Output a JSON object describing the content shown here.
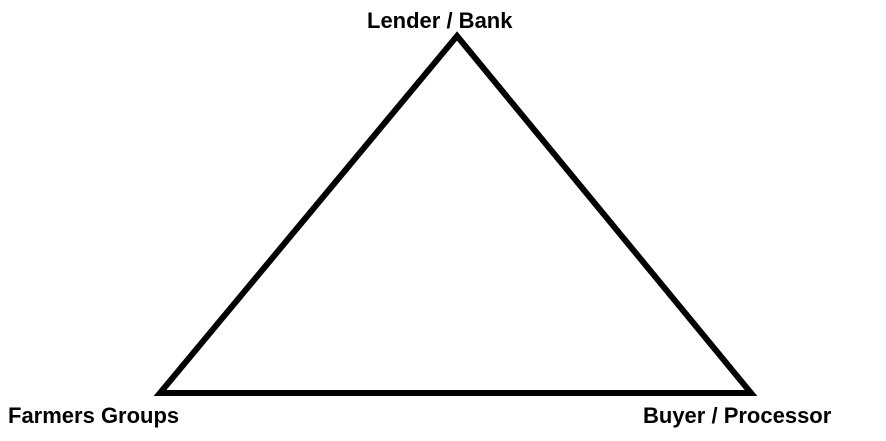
{
  "diagram": {
    "nodes": {
      "top": "Lender / Bank",
      "left": "Farmers Groups",
      "right": "Buyer / Processor"
    },
    "colors": {
      "stroke": "#000000",
      "background": "#ffffff"
    }
  }
}
